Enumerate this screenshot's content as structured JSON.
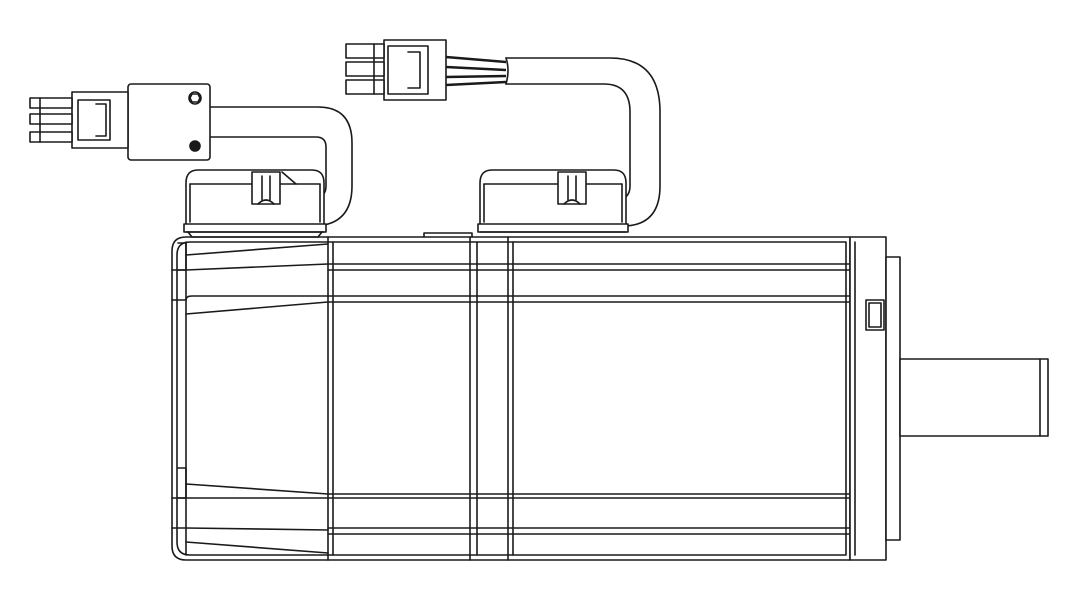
{
  "drawing": {
    "subject": "servo-motor-side-view",
    "line_color": "#1a1a1a",
    "background": "#ffffff",
    "components": [
      "motor-body",
      "front-flange",
      "output-shaft",
      "encoder-connector-housing",
      "power-connector-housing",
      "encoder-cable",
      "power-cable",
      "encoder-plug",
      "power-plug"
    ]
  }
}
